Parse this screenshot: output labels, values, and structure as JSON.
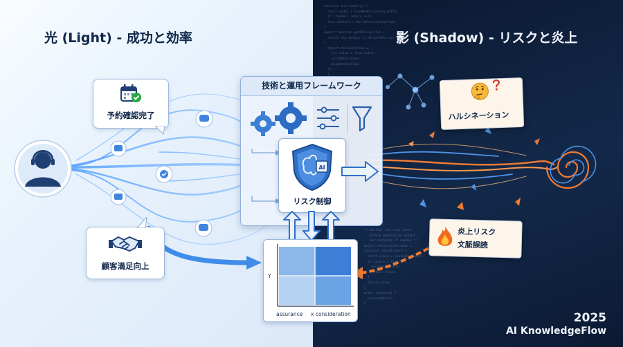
{
  "titles": {
    "light": "光 (Light) - 成功と効率",
    "shadow": "影 (Shadow) - リスクと炎上"
  },
  "cards": {
    "booking": "予約確認完了",
    "satisfaction": "顧客満足向上"
  },
  "framework": {
    "header": "技術と運用フレームワーク",
    "risk_label": "リスク制御",
    "chip_text": "AI"
  },
  "matrix": {
    "y_label": "Y",
    "x_label_left": "assurance",
    "x_label_right": "x consideration"
  },
  "risks": {
    "hallucination": "ハルシネーション",
    "flame_line1": "炎上リスク",
    "flame_line2": "文脈誤読"
  },
  "footer": {
    "year": "2025",
    "brand": "AI KnowledgeFlow"
  },
  "colors": {
    "light_flow": "#2f7fe0",
    "shadow_flow": "#f07a32",
    "dark_bg": "#0f213f",
    "accent_check": "#27a844"
  },
  "icons": [
    "person-headset-icon",
    "calendar-check-icon",
    "handshake-icon",
    "chat-bubble-icon",
    "gear-icon",
    "sliders-icon",
    "funnel-icon",
    "brain-shield-icon",
    "network-graph-icon",
    "thinking-face-icon",
    "question-mark-icon",
    "fire-icon",
    "swirl-vortex-icon"
  ]
}
